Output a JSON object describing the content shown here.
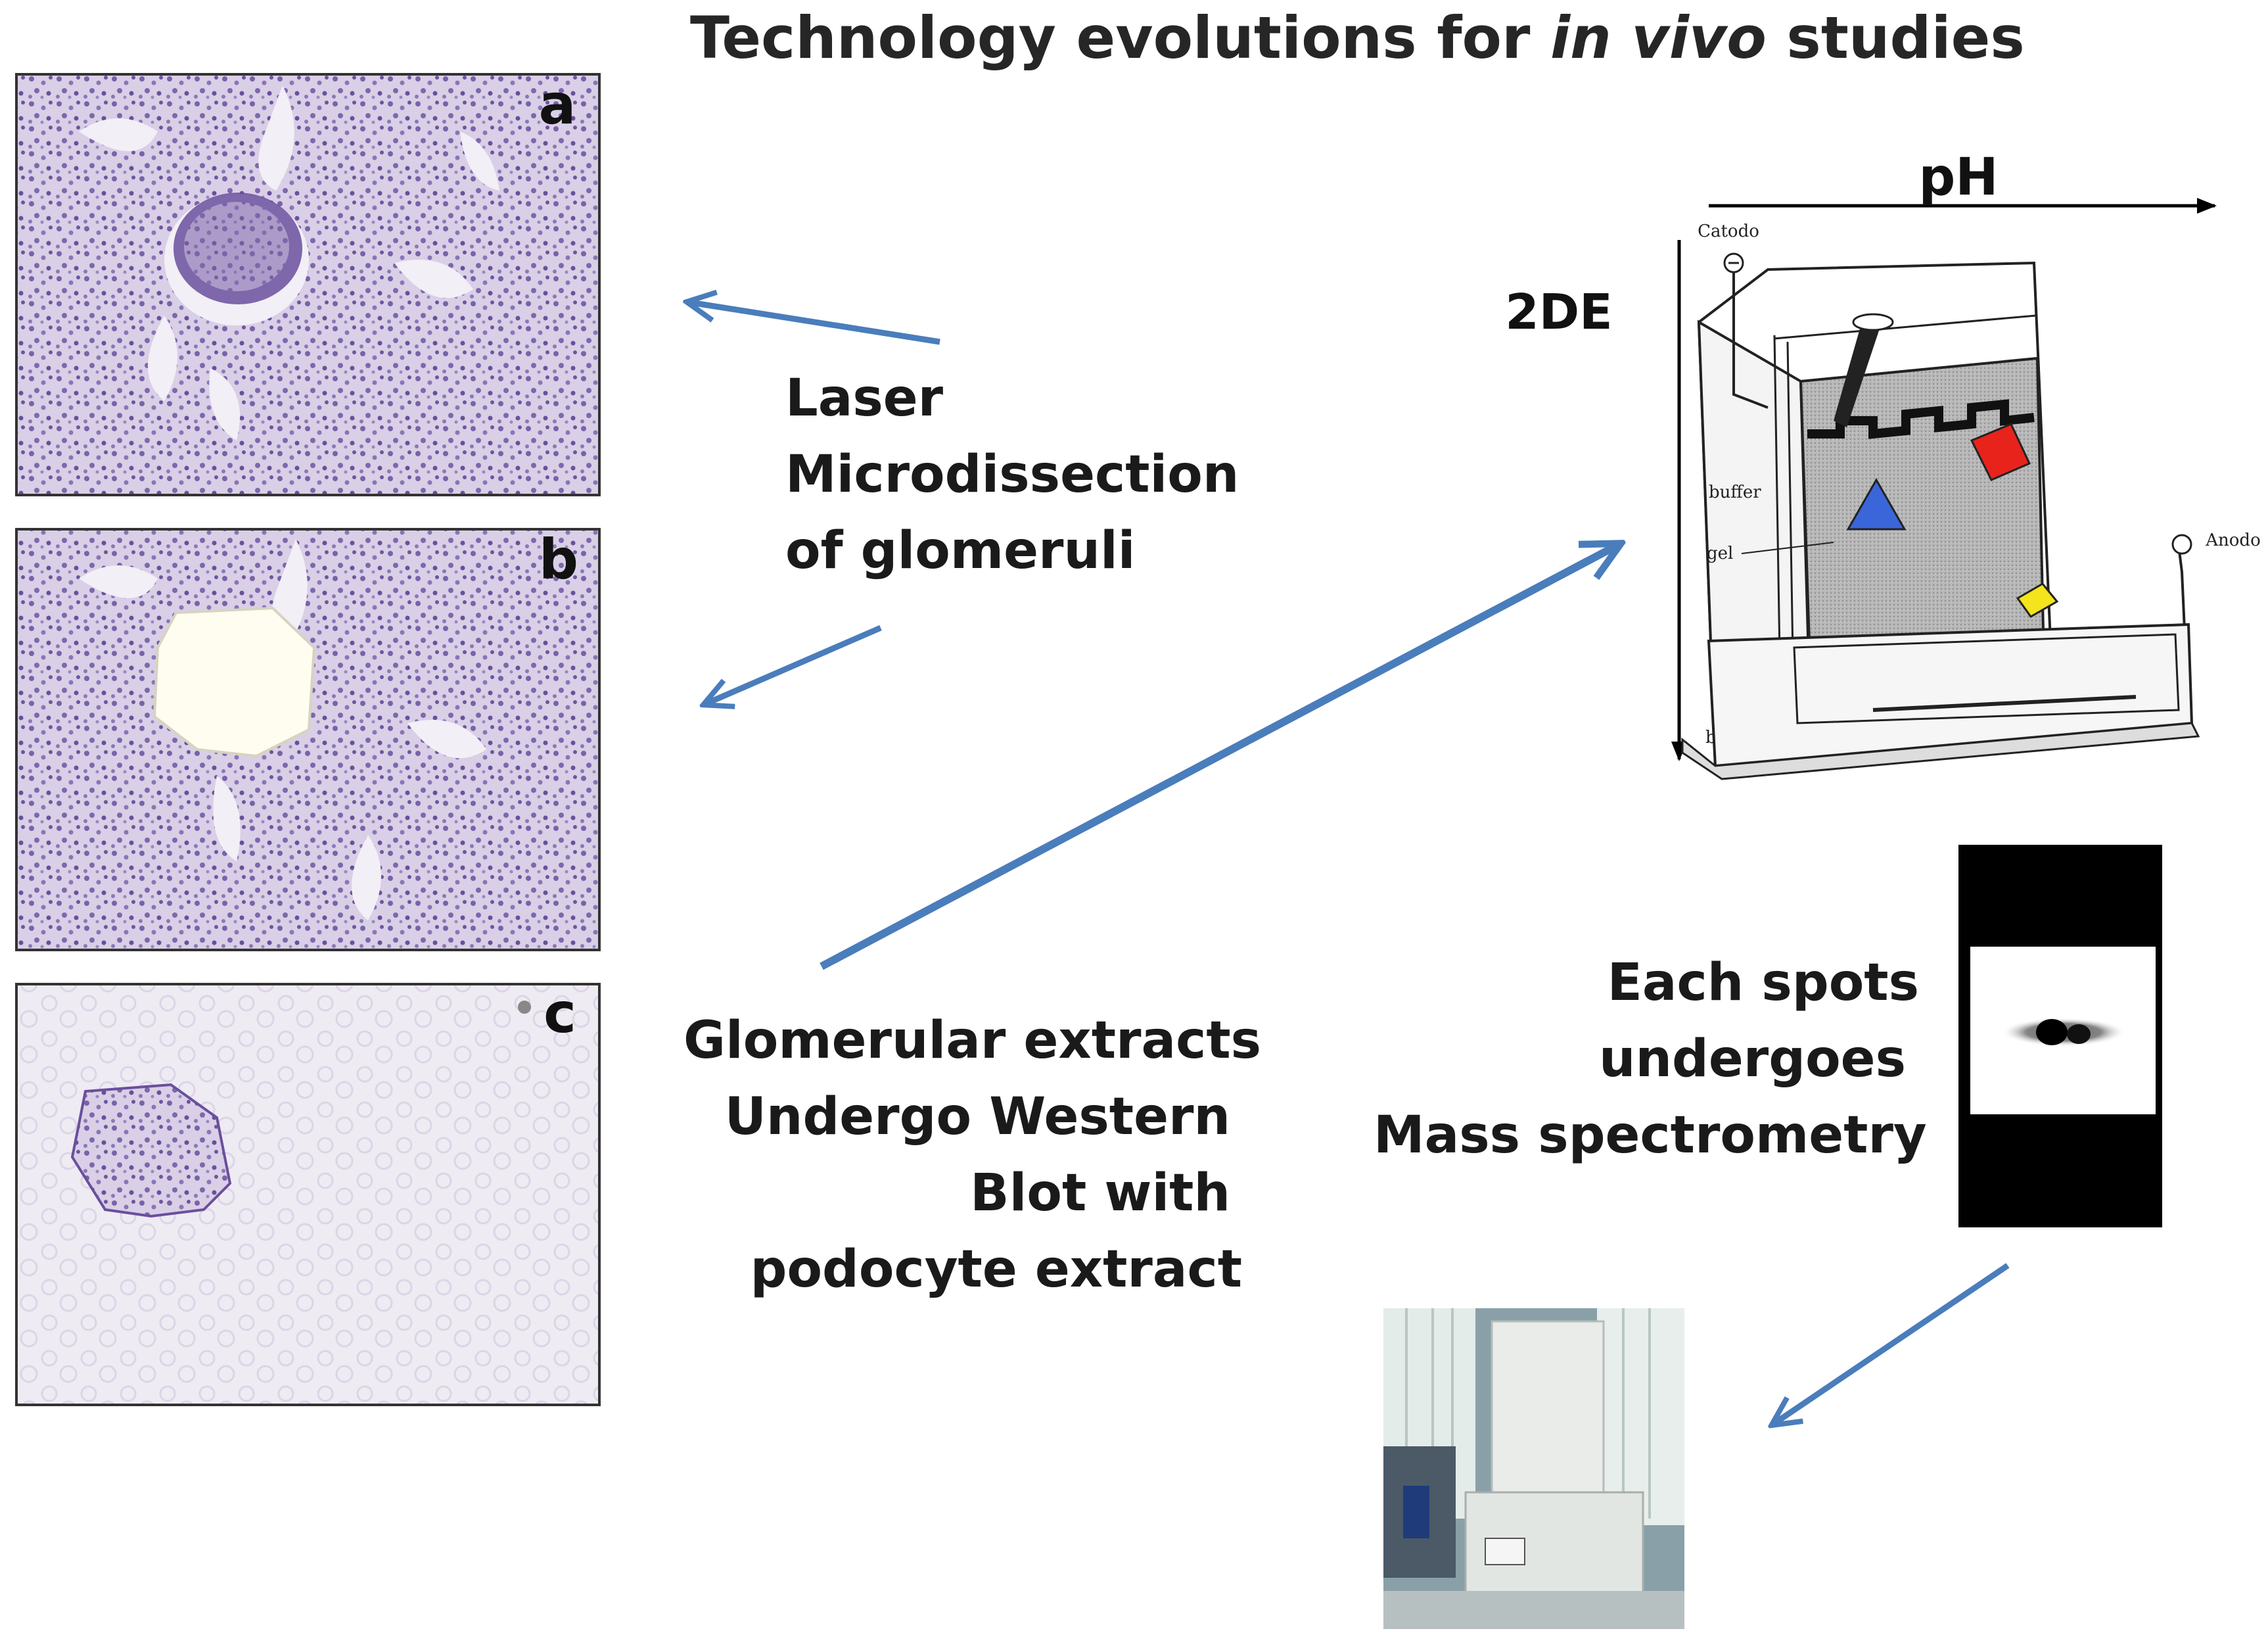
{
  "title": {
    "prefix": "Technology evolutions for ",
    "italic": "in vivo",
    "suffix": " studies"
  },
  "panels": [
    {
      "label": "a"
    },
    {
      "label": "b"
    },
    {
      "label": "c"
    }
  ],
  "laser": {
    "lines": [
      "Laser",
      "Microdissection",
      "of glomeruli"
    ]
  },
  "glomerular": {
    "lines": [
      "Glomerular extracts",
      "Undergo Western",
      "Blot with",
      "podocyte extract"
    ]
  },
  "gel": {
    "axis_label": "pH",
    "method_label": "2DE",
    "catode": "Catodo",
    "anodo": "Anodo",
    "buffer_top": "buffer",
    "gel": "gel",
    "buffer_bottom": "buffer"
  },
  "mass_spec": {
    "lines": [
      "Each spots",
      "undergoes",
      "Mass spectrometry"
    ]
  },
  "colors": {
    "arrow": "#4a7dbb",
    "tissue": "#b7a6d0",
    "nucleus": "#6a4f9c",
    "red": "#e8231c",
    "blue": "#3a66d9",
    "yellow": "#f4e41c"
  }
}
